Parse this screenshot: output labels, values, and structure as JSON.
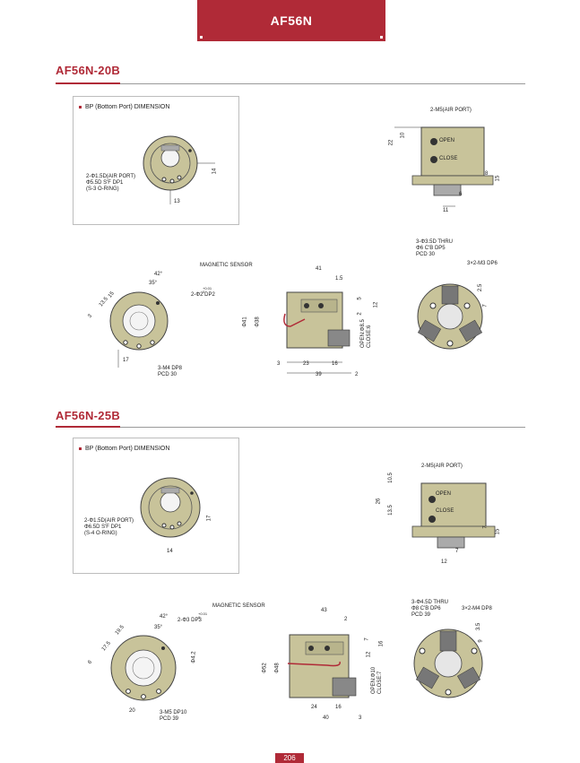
{
  "header": {
    "model": "AF56N"
  },
  "sections": [
    {
      "title": "AF56N-20B",
      "bp_label": "BP (Bottom Port) DIMENSION",
      "bp_callout": "2-Φ1.5D(AIR PORT)\nΦ5.5D S'F DP1\n(S-3 O-RING)",
      "bp_dims": [
        "14",
        "13"
      ],
      "side_callout": "2-M5(AIR PORT)",
      "port_open": "OPEN",
      "port_close": "CLOSE",
      "side_dims": [
        "22",
        "10",
        "8",
        "15",
        "6",
        "11"
      ],
      "left_callout_dp": "2-Φ2 DP2",
      "left_tol": "+0.01\n0",
      "left_dims": [
        "42°",
        "35°",
        "13.5",
        "15",
        "3",
        "17"
      ],
      "left_bottom_callout": "3-M4 DP8\nPCD 30",
      "magnetic_sensor": "MAGNETIC SENSOR",
      "front_dims": [
        "41",
        "1.5",
        "5",
        "12",
        "2",
        "Φ41",
        "Φ38",
        "3",
        "23",
        "16",
        "39",
        "2"
      ],
      "stroke_label": "OPEN:Φ8.5\nCLOSE:6",
      "right_callout": "3-Φ3.5D THRU\nΦ6 C'B DP5\nPCD 30",
      "right_callout2": "3×2-M3 DP6",
      "right_dims": [
        "2.5",
        "7"
      ]
    },
    {
      "title": "AF56N-25B",
      "bp_label": "BP (Bottom Port) DIMENSION",
      "bp_callout": "2-Φ1.5D(AIR PORT)\nΦ6.5D S'F DP1\n(S-4 O-RING)",
      "bp_dims": [
        "17",
        "14"
      ],
      "side_callout": "2-M5(AIR PORT)",
      "port_open": "OPEN",
      "port_close": "CLOSE",
      "side_dims": [
        "10.5",
        "26",
        "13.5",
        "7",
        "15",
        "7",
        "12"
      ],
      "left_callout_dp": "2-Φ3 DP3",
      "left_tol": "+0.01\n0",
      "left_dims": [
        "42°",
        "35°",
        "19.5",
        "17.5",
        "6",
        "20",
        "Φ4.2"
      ],
      "left_bottom_callout": "3-M5 DP10\nPCD 39",
      "magnetic_sensor": "MAGNETIC SENSOR",
      "front_dims": [
        "43",
        "2",
        "7",
        "12",
        "16",
        "Φ52",
        "Φ48",
        "24",
        "16",
        "40",
        "3"
      ],
      "stroke_label": "OPEN:Φ10\nCLOSE:7",
      "right_callout": "3-Φ4.5D THRU\nΦ8 C'B DP6\nPCD 39",
      "right_callout2": "3×2-M4 DP8",
      "right_dims": [
        "3.5",
        "9"
      ]
    }
  ],
  "footer": {
    "page": "206"
  },
  "colors": {
    "accent": "#b02a37",
    "body": "#c8c39a",
    "metal": "#d8d8d0"
  }
}
